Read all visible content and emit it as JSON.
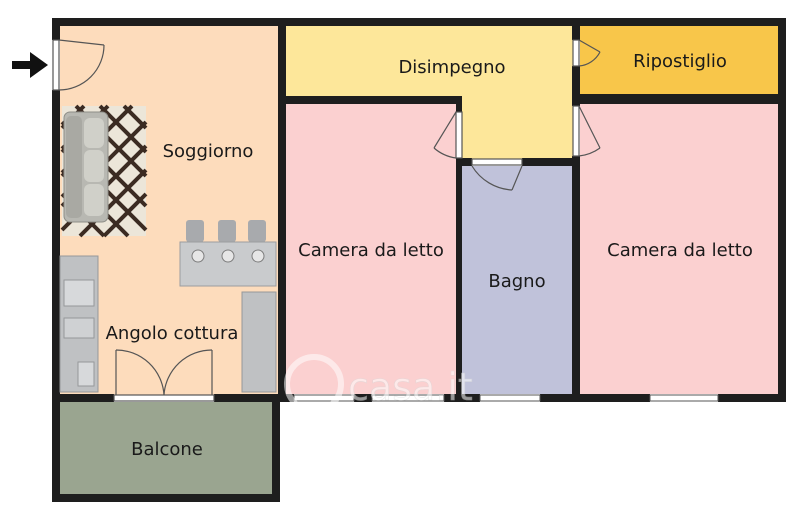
{
  "plan": {
    "rooms": {
      "soggiorno": "Soggiorno",
      "disimpegno": "Disimpegno",
      "ripostiglio": "Ripostiglio",
      "camera_left": "Camera da letto",
      "bagno": "Bagno",
      "camera_right": "Camera da letto",
      "angolo_cottura": "Angolo cottura",
      "balcone": "Balcone"
    },
    "watermark": "casa.it",
    "colors": {
      "soggiorno": "#fddcbc",
      "disimpegno": "#fde79a",
      "ripostiglio": "#f8c64a",
      "camera": "#fbd0d0",
      "bagno": "#c0c2da",
      "balcone": "#9aa590",
      "wall": "#1e1e1e"
    },
    "icons": {
      "entrance": "arrow-right-icon"
    }
  }
}
